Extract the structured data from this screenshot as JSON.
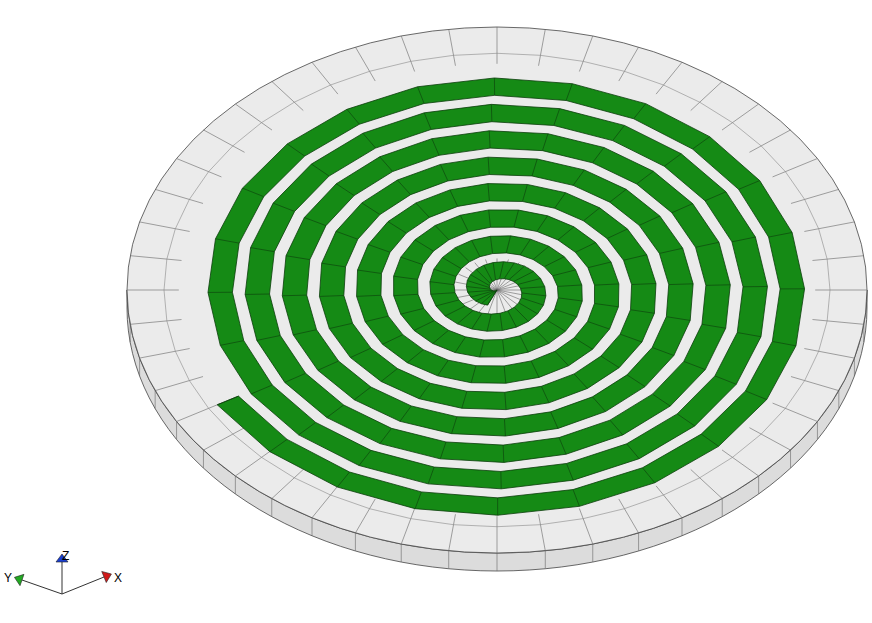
{
  "diagram": {
    "labels": [
      "Y",
      "Z",
      "X"
    ]
  }
}
